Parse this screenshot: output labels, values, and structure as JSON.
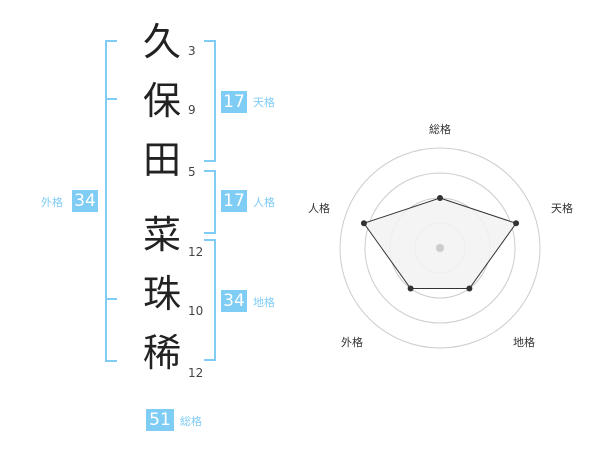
{
  "name_chars": [
    {
      "char": "久",
      "strokes": "3"
    },
    {
      "char": "保",
      "strokes": "9"
    },
    {
      "char": "田",
      "strokes": "5"
    },
    {
      "char": "菜",
      "strokes": "12"
    },
    {
      "char": "珠",
      "strokes": "10"
    },
    {
      "char": "稀",
      "strokes": "12"
    }
  ],
  "kakaku": {
    "tenkaku": {
      "value": "17",
      "label": "天格"
    },
    "jinkaku": {
      "value": "17",
      "label": "人格"
    },
    "chikaku": {
      "value": "34",
      "label": "地格"
    },
    "gaikaku": {
      "value": "34",
      "label": "外格"
    },
    "soukaku": {
      "value": "51",
      "label": "総格"
    }
  },
  "radar": {
    "axes": [
      "総格",
      "天格",
      "地格",
      "外格",
      "人格"
    ],
    "values": [
      0.5,
      0.8,
      0.5,
      0.5,
      0.8
    ],
    "colors": {
      "fill": "#f2f2f2",
      "line": "#333333",
      "grid": "#cccccc",
      "center": "#cccccc"
    }
  },
  "colors": {
    "accent": "#7fccf5"
  }
}
